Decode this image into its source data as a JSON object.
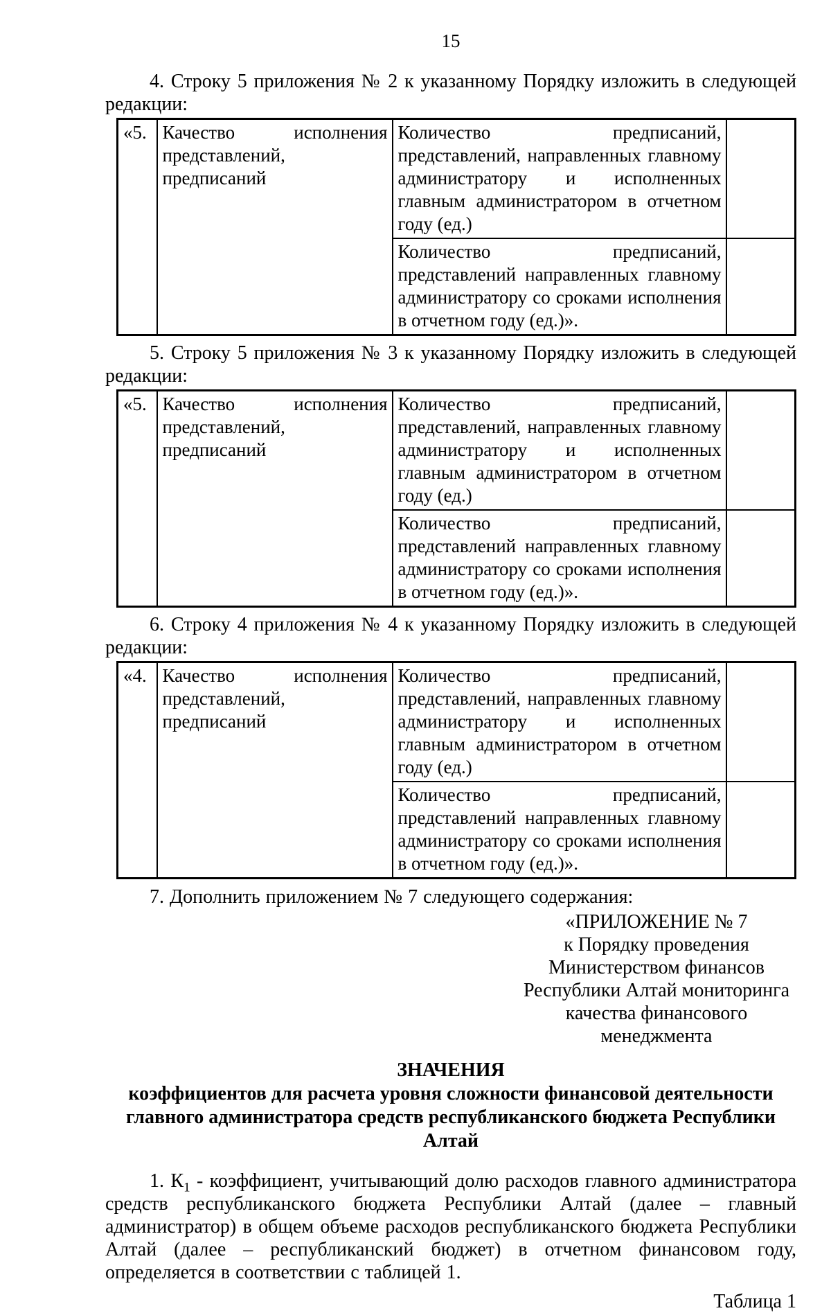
{
  "page_number": "15",
  "colors": {
    "text": "#000000",
    "background": "#ffffff",
    "table_border": "#000000"
  },
  "sections": [
    {
      "intro": "4. Строку 5 приложения № 2 к указанному Порядку изложить в следующей редакции:",
      "table": {
        "row_label": "«5.",
        "name": "Качество исполнения представлений, предписаний",
        "indicator_1": "Количество предписаний, представлений, направленных главному администратору и исполненных главным администратором в отчетном году (ед.)",
        "indicator_2": "Количество предписаний, представлений направленных главному администратору со сроками исполнения в отчетном году (ед.)».",
        "value_1": "",
        "value_2": ""
      }
    },
    {
      "intro": "5. Строку 5 приложения № 3 к указанному Порядку изложить в следующей редакции:",
      "table": {
        "row_label": "«5.",
        "name": "Качество исполнения представлений, предписаний",
        "indicator_1": "Количество предписаний, представлений, направленных главному администратору и исполненных главным администратором в отчетном году (ед.)",
        "indicator_2": "Количество предписаний, представлений направленных главному администратору со сроками исполнения в отчетном году (ед.)».",
        "value_1": "",
        "value_2": ""
      }
    },
    {
      "intro": "6. Строку 4 приложения № 4 к указанному Порядку изложить в следующей редакции:",
      "table": {
        "row_label": "«4.",
        "name": "Качество исполнения представлений, предписаний",
        "indicator_1": "Количество предписаний, представлений, направленных главному администратору и исполненных главным администратором в отчетном году (ед.)",
        "indicator_2": "Количество предписаний, представлений направленных главному администратору со сроками исполнения в отчетном году (ед.)».",
        "value_1": "",
        "value_2": ""
      }
    }
  ],
  "paragraph_7": "7. Дополнить приложением № 7 следующего содержания:",
  "appendix": {
    "lines": [
      "«ПРИЛОЖЕНИЕ № 7",
      "к Порядку проведения",
      "Министерством финансов",
      "Республики Алтай мониторинга",
      "качества финансового",
      "менеджмента"
    ]
  },
  "heading": {
    "line1": "ЗНАЧЕНИЯ",
    "line2": "коэффициентов для расчета уровня сложности финансовой деятельности",
    "line3": "главного администратора средств республиканского бюджета Республики Алтай"
  },
  "paragraph_1": {
    "lead": "1. К",
    "subscript": "1",
    "body": " - коэффициент, учитывающий долю расходов главного администратора средств республиканского бюджета Республики Алтай (далее – главный администратор) в общем объеме расходов республиканского бюджета Республики Алтай (далее – республиканский бюджет) в отчетном финансовом году, определяется в соответствии с таблицей 1."
  },
  "table_caption": "Таблица 1"
}
